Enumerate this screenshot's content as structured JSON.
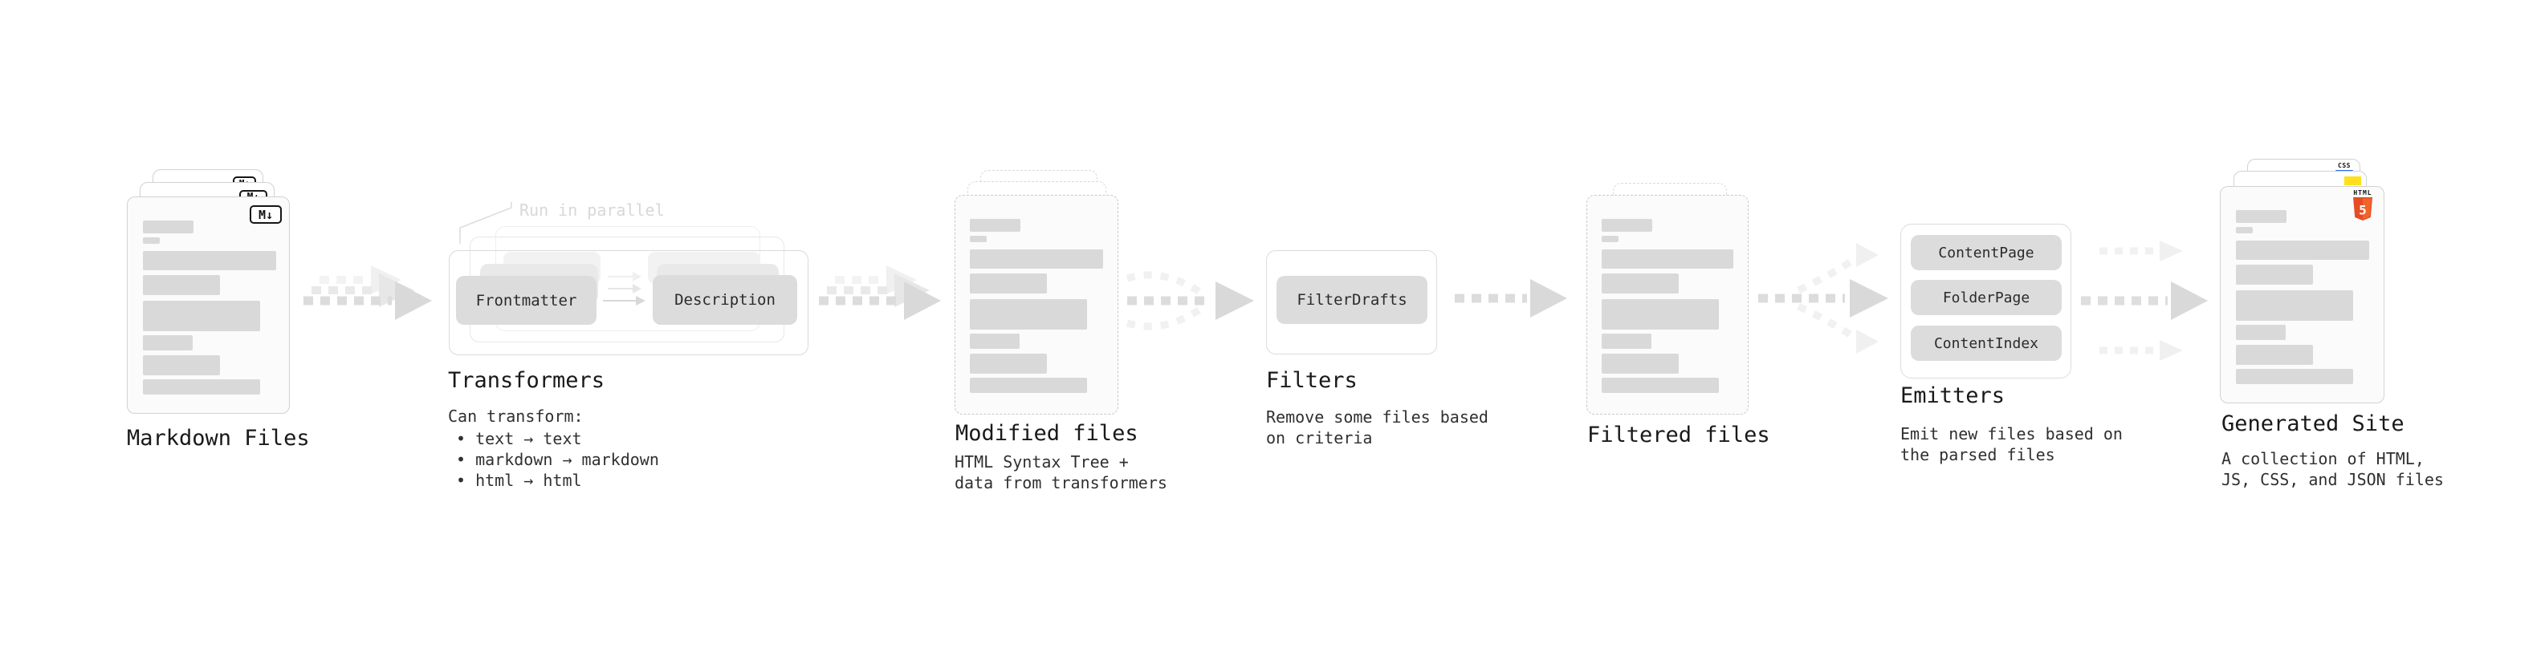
{
  "stages": {
    "markdown": {
      "label": "Markdown Files",
      "badge": "M↓"
    },
    "transformers": {
      "label": "Transformers",
      "note": "Run in parallel",
      "pill_left": "Frontmatter",
      "pill_right": "Description",
      "desc_title": "Can transform:",
      "bullets": [
        "• text → text",
        "• markdown → markdown",
        "• html → html"
      ]
    },
    "modified": {
      "label": "Modified files",
      "desc": [
        "HTML Syntax Tree +",
        "data from transformers"
      ]
    },
    "filters": {
      "label": "Filters",
      "pill": "FilterDrafts",
      "desc": [
        "Remove some files based",
        "on criteria"
      ]
    },
    "filtered": {
      "label": "Filtered files"
    },
    "emitters": {
      "label": "Emitters",
      "pills": [
        "ContentPage",
        "FolderPage",
        "ContentIndex"
      ],
      "desc": [
        "Emit new files based on",
        "the parsed files"
      ]
    },
    "generated": {
      "label": "Generated Site",
      "badge_css": "CSS",
      "badge_html_word": "HTML",
      "badge_html_number": "5",
      "desc": [
        "A collection of HTML,",
        "JS, CSS, and JSON files"
      ]
    }
  },
  "colors": {
    "background": "#ffffff",
    "card_fill": "#fbfbfb",
    "card_border": "#d2d2d2",
    "skeleton_bar": "#d9d9d9",
    "pill_fill": "#dcdcdc",
    "arrow": "#dcdcdc",
    "ghost_arrow": "#f0f0f0",
    "note_text": "#d8d8d8",
    "heading_text": "#191919",
    "body_text": "#303030",
    "html5_orange": "#e44d26",
    "html5_orange_light": "#f16529",
    "js_yellow": "#ffdf1e",
    "css_blue": "#2965f1"
  }
}
